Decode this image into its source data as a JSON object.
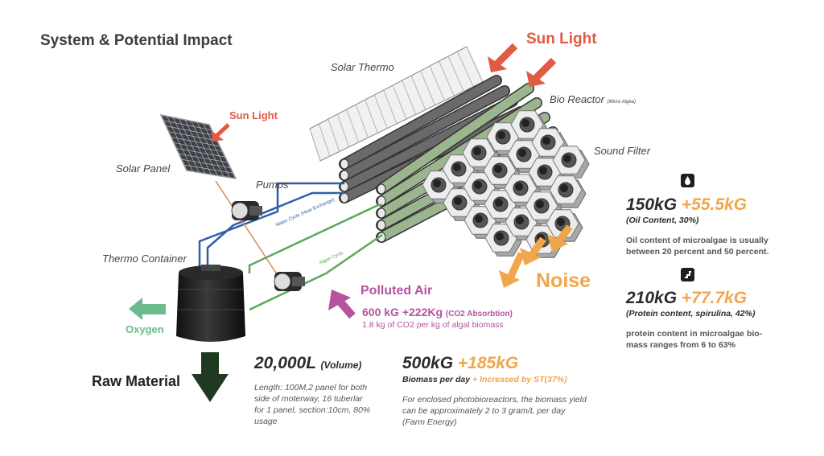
{
  "title": "System & Potential Impact",
  "labels": {
    "sun_light_main": "Sun Light",
    "sun_light_panel": "Sun Light",
    "solar_thermo": "Solar Thermo",
    "bio_reactor": "Bio Reactor",
    "bio_reactor_note": "(Micro Algea)",
    "sound_filter": "Sound Filter",
    "solar_panel": "Solar Panel",
    "pumps": "Pumps",
    "thermo_container": "Thermo Container",
    "water_cycle": "Water Cycle (Heat Exchange)",
    "algae_cycle": "Algae Cycle",
    "noise": "Noise",
    "oxygen": "Oxygen",
    "raw_material": "Raw Material",
    "polluted_air": "Polluted Air"
  },
  "co2": {
    "value": "600 kG",
    "gain": "+222Kg",
    "note": "(CO2 Absorbtion)",
    "sub": "1.8 kg of CO2 per kg of algal biomass"
  },
  "volume": {
    "value": "20,000L",
    "unit": "(Volume)",
    "desc_lines": [
      "Length: 100M,2 panel for both",
      "side of moterway, 16 tuberlar",
      "for 1 panel, section:10cm, 80%",
      "usage"
    ]
  },
  "biomass": {
    "value": "500kG",
    "gain": "+185kG",
    "label": "Biomass per day",
    "label_gain": "+ Increased by ST(37%)",
    "desc_lines": [
      "For enclosed photobioreactors, the biomass yield",
      "can be approximately 2 to 3 gram/L per day",
      "(Farm Energy)"
    ]
  },
  "oil": {
    "icon": "oil-drop-icon",
    "value": "150kG",
    "gain": "+55.5kG",
    "label": "(Oil Content, 30%)",
    "desc_lines": [
      "Oil content of microalgae is usually",
      "between 20 percent and 50 percent."
    ]
  },
  "protein": {
    "icon": "protein-icon",
    "value": "210kG",
    "gain": "+77.7kG",
    "label": "(Protein content, spirulina, 42%)",
    "desc_lines": [
      "protein content in microalgae bio-",
      "mass ranges from 6 to 63%"
    ]
  },
  "colors": {
    "sun": "#e05a44",
    "noise": "#f0a64b",
    "oxygen": "#6dba8c",
    "pollution": "#b5539f",
    "water_pipe": "#2f5fa8",
    "algae_pipe": "#5aa85a"
  }
}
